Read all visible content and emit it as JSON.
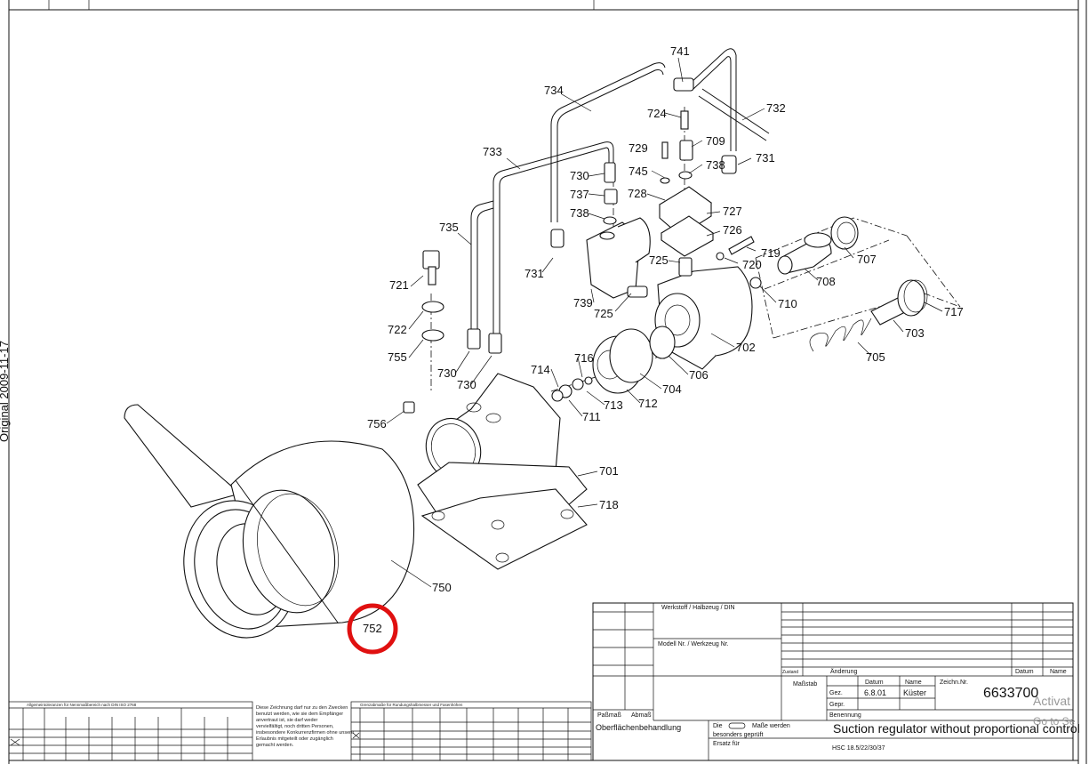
{
  "drawing": {
    "side_stamp": "Original 2009-11-17",
    "callouts": {
      "p741": "741",
      "p734": "734",
      "p724": "724",
      "p732": "732",
      "p729": "729",
      "p709": "709",
      "p733": "733",
      "p745": "745",
      "p738a": "738",
      "p731a": "731",
      "p730a": "730",
      "p737": "737",
      "p728": "728",
      "p738b": "738",
      "p727": "727",
      "p735": "735",
      "p726": "726",
      "p731b": "731",
      "p725a": "725",
      "p719": "719",
      "p720": "720",
      "p707": "707",
      "p721": "721",
      "p708": "708",
      "p739": "739",
      "p725b": "725",
      "p710": "710",
      "p722": "722",
      "p717": "717",
      "p755": "755",
      "p702": "702",
      "p703": "703",
      "p730b": "730",
      "p730c": "730",
      "p716": "716",
      "p714": "714",
      "p704": "704",
      "p706": "706",
      "p705": "705",
      "p711": "711",
      "p713": "713",
      "p712": "712",
      "p756": "756",
      "p701": "701",
      "p718": "718",
      "p750": "750",
      "p752": "752"
    },
    "highlight_color": "#e01010"
  },
  "title_block": {
    "werkstoff": "Werkstoff / Halbzeug / DIN",
    "modell": "Modell Nr. / Werkzeug Nr.",
    "zustand": "Zustand",
    "aenderung": "Änderung",
    "datum_col": "Datum",
    "name_col": "Name",
    "massstab": "Maßstab",
    "datum_hdr": "Datum",
    "name_hdr": "Name",
    "zeichn_nr_label": "Zeichn.Nr.",
    "gez_label": "Gez.",
    "gez_date": "6.8.01",
    "gez_name": "Küster",
    "gepr_label": "Gepr.",
    "drawing_number": "6633700",
    "benennung_label": "Benennung",
    "benennung": "Suction regulator without proportional control",
    "model_codes": "HSC 18.5/22/30/37",
    "passmass": "Paßmaß",
    "abmass": "Abmaß",
    "oberflaeche": "Oberflächenbehandlung",
    "die_label": "Die",
    "masse_werden": "Maße werden",
    "besonders": "besonders geprüft",
    "ersatz": "Ersatz für"
  },
  "general_tol_title": "Allgemeintoleranzen für Nennmaßbereich nach DIN ISO 2768",
  "fillet_tol_title": "Grenzabmaße für Rundungshalbmesser und Fasenhöhen",
  "copyright_note": [
    "Diese Zeichnung darf nur zu den Zwecken",
    "benutzt werden, wie sie dem Empfänger",
    "anvertraut ist, sie darf weder",
    "vervielfältigt, noch dritten Personen,",
    "insbesondere Konkurrenzfirmen ohne unsere",
    "Erlaubnis mitgeteilt oder zugänglich",
    "gemacht werden."
  ],
  "watermark": [
    "Activat",
    "Go to Se"
  ]
}
